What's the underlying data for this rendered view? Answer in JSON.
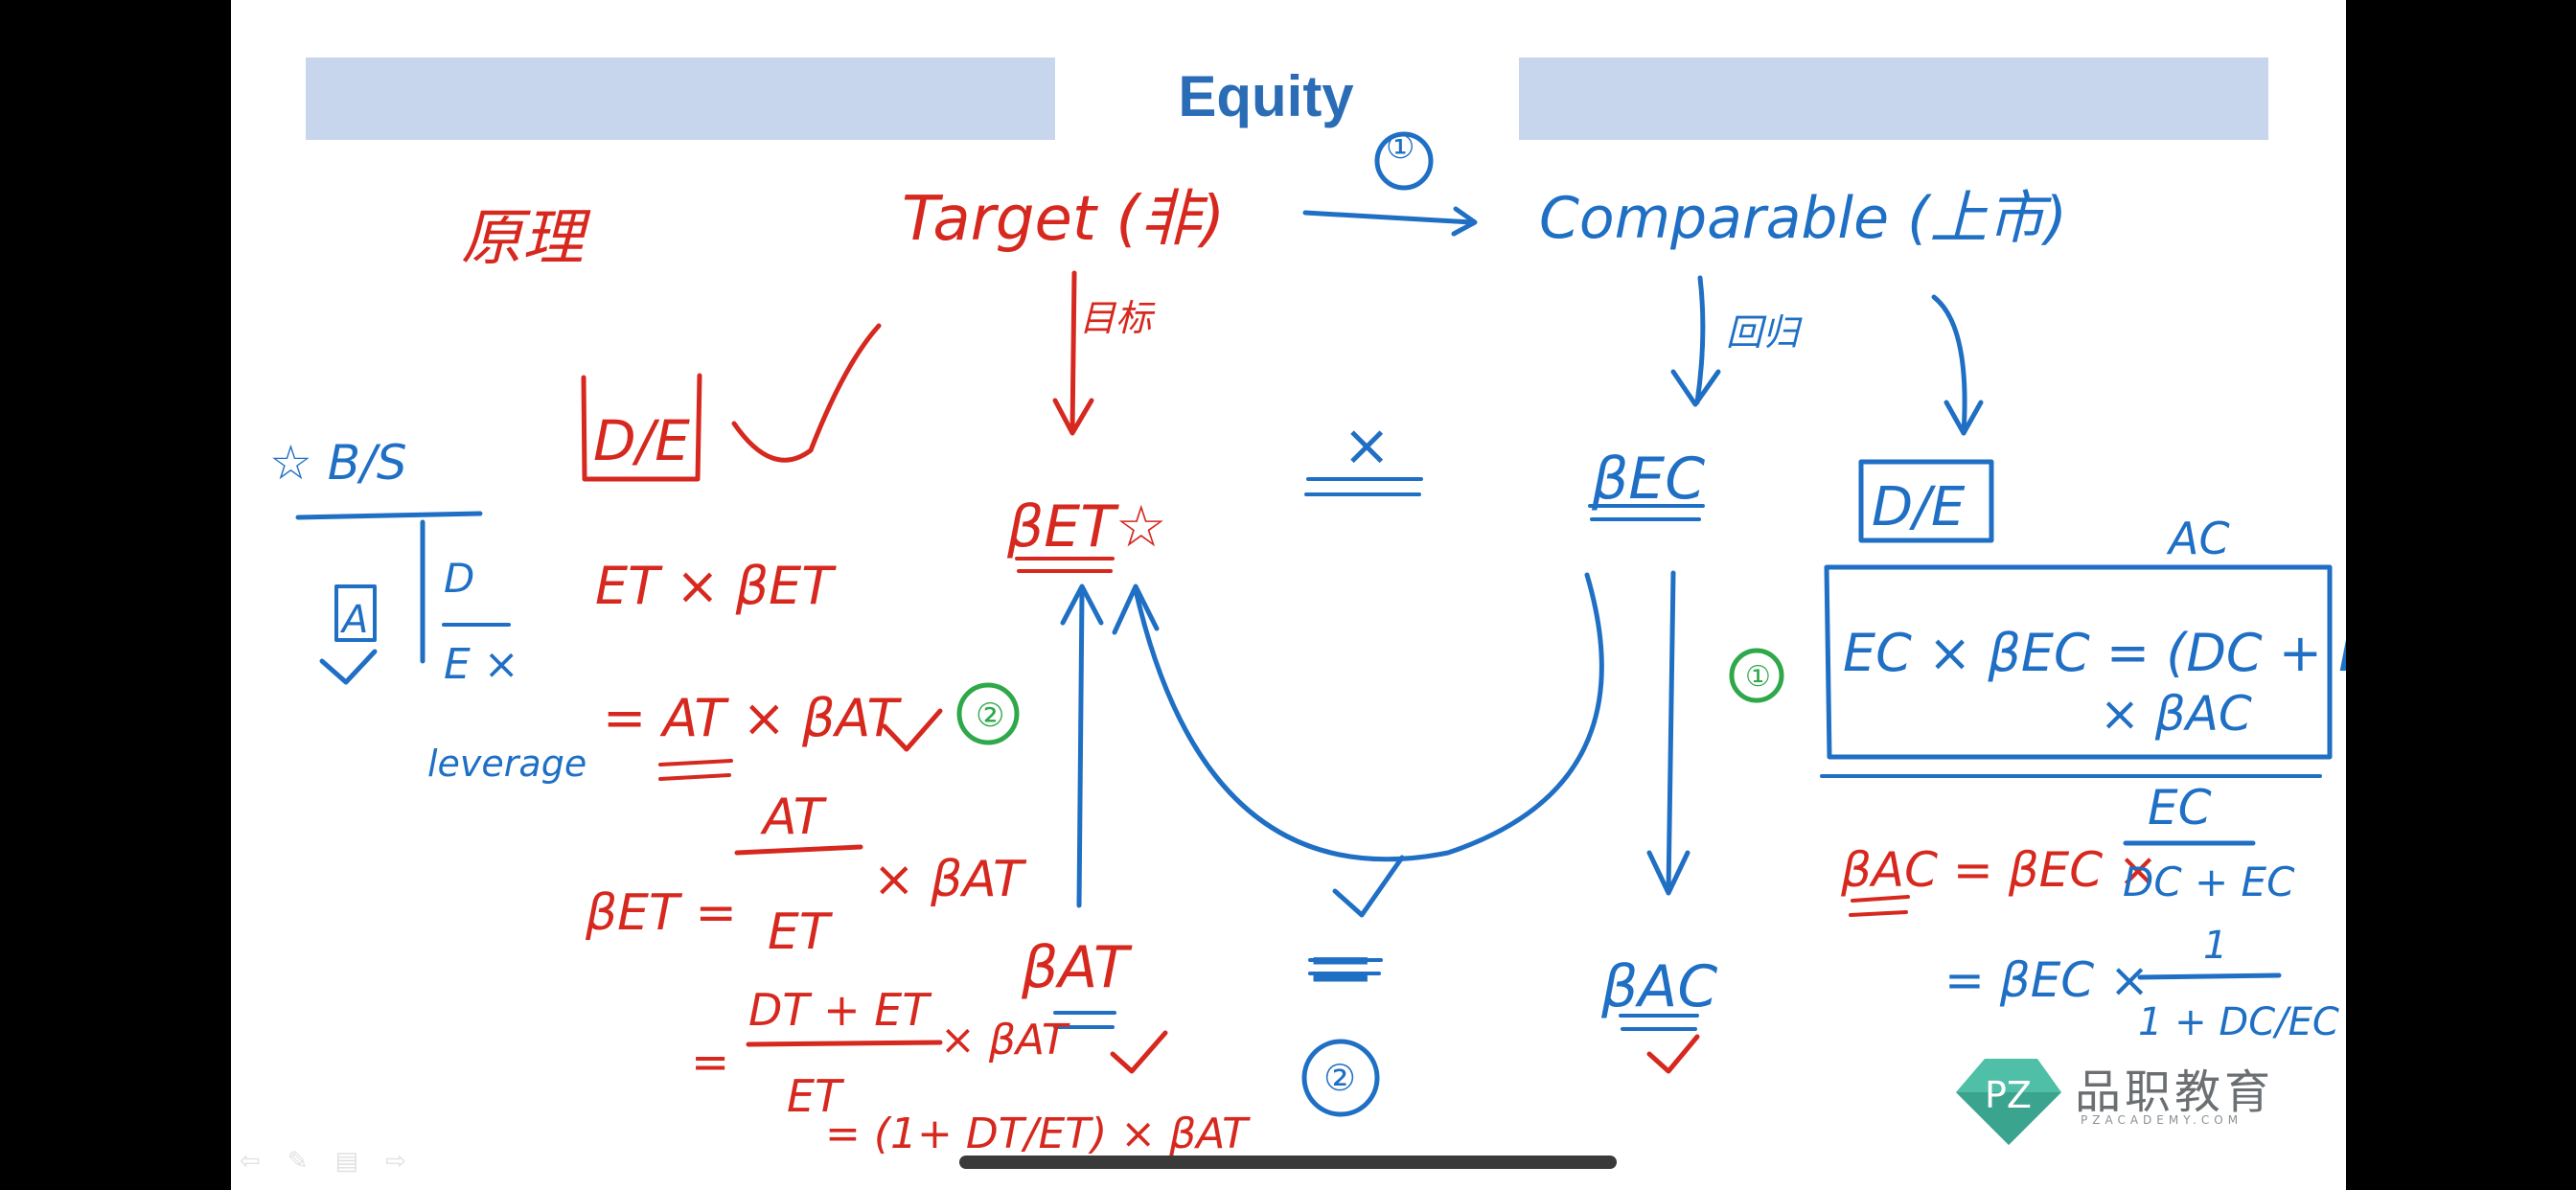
{
  "slide": {
    "title": "Equity",
    "logo_text": "品职教育",
    "logo_sub": "PZACADEMY.COM",
    "logo_mark": "PZ"
  },
  "handwriting": {
    "principle": "原理",
    "target": "Target (非)",
    "comparable": "Comparable (上市)",
    "step1_top": "①",
    "step1_mid": "①",
    "step2_left": "②",
    "step2_bottom": "②",
    "target_arrow_label": "目标",
    "comparable_arrow_label": "回归",
    "beta_et": "βET☆",
    "times": "×",
    "beta_ec": "βEC",
    "de_left": "D/E",
    "de_right": "D/E",
    "bs": "☆ B/S",
    "bs_a": "A",
    "bs_d": "D",
    "bs_e": "E ×",
    "leverage": "leverage",
    "et_beta": "ET × βET",
    "eq_at": "= AT × βAT",
    "beta_et_formula_lhs": "βET =",
    "beta_et_frac_num": "AT",
    "beta_et_frac_den": "ET",
    "beta_et_frac_tail": "× βAT",
    "dt_et": "DT + ET",
    "dt_et_den": "ET",
    "dt_et_tail": "× βAT",
    "eq_sign": "=",
    "one_plus": "= (1+ DT/ET) × βAT",
    "beta_at": "βAT",
    "equals_bottom": "=",
    "beta_ac": "βAC",
    "ac_label": "AC",
    "ec_formula": "EC × βEC = (DC + EC)",
    "ec_formula_tail": "× βAC",
    "beta_ac_formula_lhs": "βAC = βEC ×",
    "beta_ac_frac_num": "EC",
    "beta_ac_frac_den": "DC + EC",
    "beta_ac_formula2": "= βEC ×",
    "beta_ac_frac2_num": "1",
    "beta_ac_frac2_den": "1 + DC/EC"
  },
  "colors": {
    "red": "#d6281e",
    "blue": "#1f6fc4",
    "green": "#2fa84a",
    "band": "#c7d6ec"
  },
  "toolbar_icons": [
    "arrow-icon",
    "pen-icon",
    "menu-icon",
    "arrow-icon"
  ]
}
